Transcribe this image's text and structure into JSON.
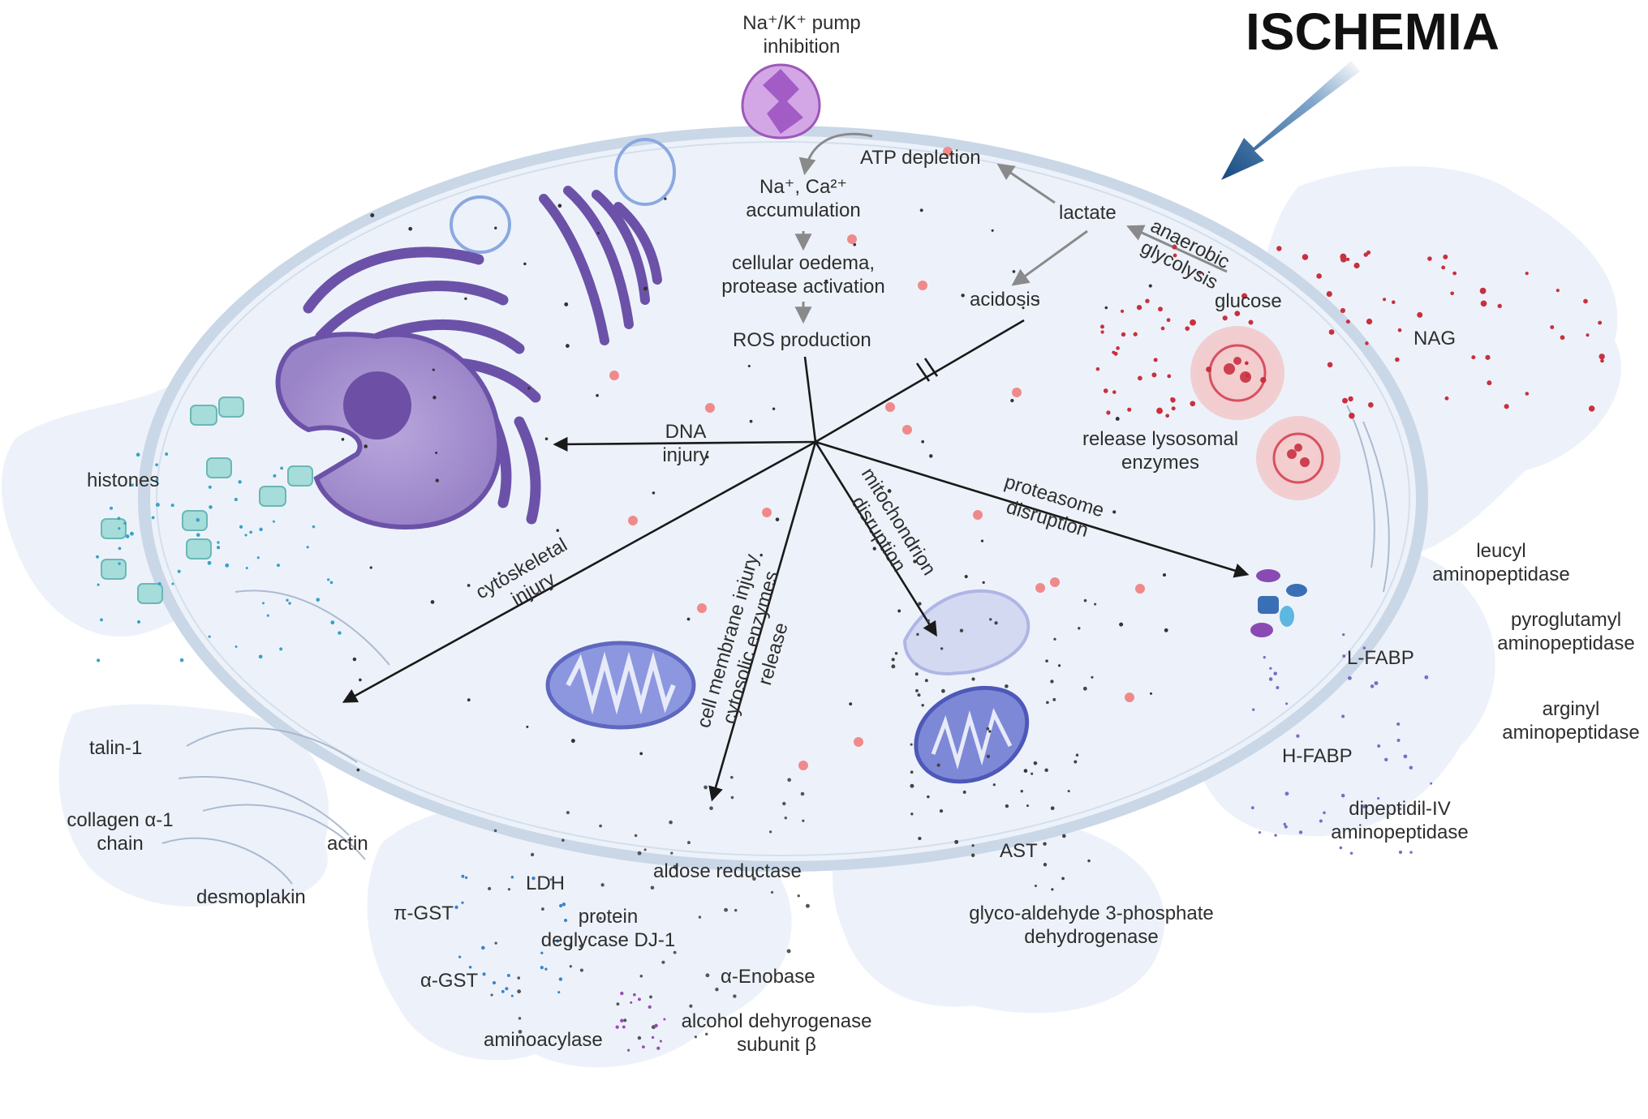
{
  "title": "ISCHEMIA",
  "pathway": {
    "pump": [
      "Na⁺/K⁺ pump",
      "inhibition"
    ],
    "atp": "ATP depletion",
    "accumulation": [
      "Na⁺, Ca²⁺",
      "accumulation"
    ],
    "lactate": "lactate",
    "glycolysis": [
      "anaerobic",
      "glycolysis"
    ],
    "glucose": "glucose",
    "acidosis": "acidosis",
    "oedema": [
      "cellular oedema,",
      "protease activation"
    ],
    "ros": "ROS production"
  },
  "injuries": {
    "dna": [
      "DNA",
      "injury"
    ],
    "cytoskeletal": [
      "cytoskeletal",
      "injury"
    ],
    "membrane": [
      "cell membrane injury",
      "cytosolic enzymes",
      "release"
    ],
    "mitochondrion": [
      "mitochondrion",
      "disruption"
    ],
    "proteasome": [
      "proteasome",
      "disruption"
    ],
    "lysosomal": [
      "release lysosomal",
      "enzymes"
    ]
  },
  "markers": {
    "histones": "histones",
    "nag": "NAG",
    "talin": "talin-1",
    "collagen": [
      "collagen α-1",
      "chain"
    ],
    "actin": "actin",
    "desmoplakin": "desmoplakin",
    "ldh": "LDH",
    "aldose": "aldose reductase",
    "pi_gst": "π-GST",
    "dj1": [
      "protein",
      "deglycase DJ-1"
    ],
    "alpha_gst": "α-GST",
    "enolase": "α-Enobase",
    "aminoacylase": "aminoacylase",
    "adh": [
      "alcohol dehyrogenase",
      "subunit β"
    ],
    "ast": "AST",
    "gapdh": [
      "glyco-aldehyde 3-phosphate",
      "dehydrogenase"
    ],
    "leucyl": [
      "leucyl",
      "aminopeptidase"
    ],
    "pyroglutamyl": [
      "pyroglutamyl",
      "aminopeptidase"
    ],
    "lfabp": "L-FABP",
    "arginyl": [
      "arginyl",
      "aminopeptidase"
    ],
    "hfabp": "H-FABP",
    "dpp4": [
      "dipeptidil-IV",
      "aminopeptidase"
    ]
  },
  "colors": {
    "cell": "#e9eef8",
    "membrane": "#c8d6e6",
    "organelle": "#6d55a8",
    "nucleus": "#a893cf",
    "mito": "#7a86d6",
    "lysosome": "#e58080",
    "histone": "#8fd0cf",
    "arrow_ischemia": "#1f5a96",
    "lines": "#1a1a1a"
  }
}
